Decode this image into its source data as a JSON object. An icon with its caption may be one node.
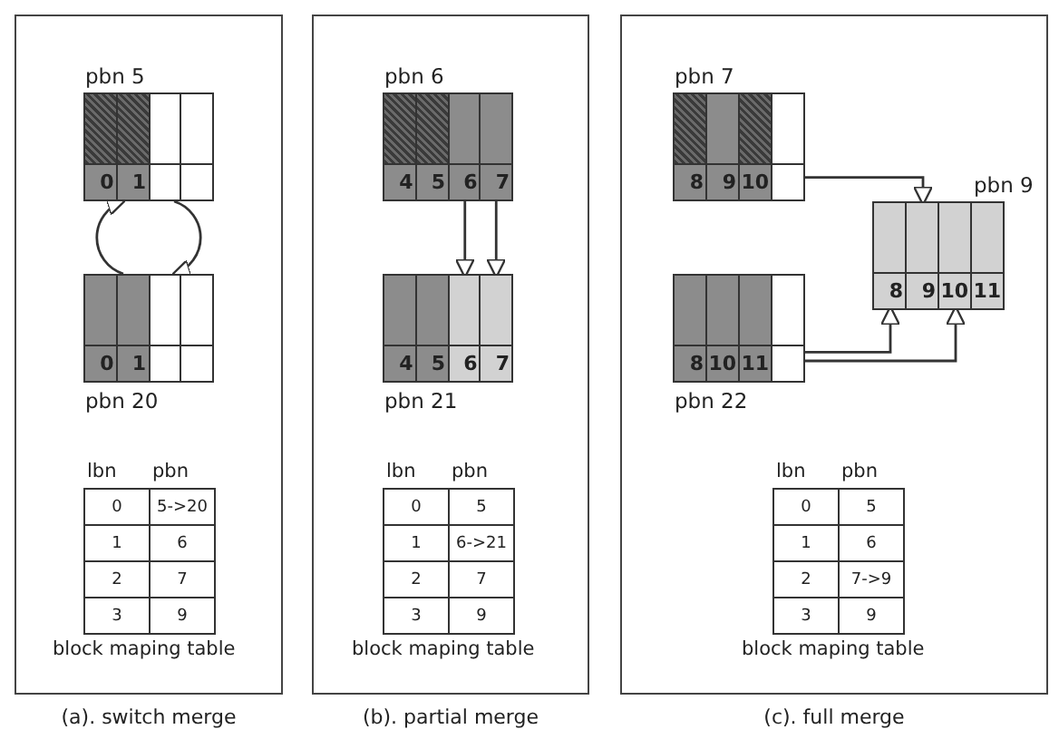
{
  "diagram": {
    "nodes": [
      {
        "text": [
          "(a). switch merge"
        ]
      },
      {
        "text": [
          "pbn 5"
        ],
        "in": 0
      },
      {
        "text": [
          "0"
        ],
        "in": 1
      },
      {
        "text": [
          "1"
        ],
        "in": 1
      },
      {
        "text": [],
        "shape": "box",
        "in": 1
      },
      {
        "text": [],
        "shape": "box",
        "in": 1
      },
      {
        "text": [
          "pbn 20"
        ],
        "in": 0
      },
      {
        "text": [
          "0"
        ],
        "in": 6
      },
      {
        "text": [
          "1"
        ],
        "in": 6
      },
      {
        "text": [],
        "shape": "box",
        "in": 6
      },
      {
        "text": [],
        "shape": "box",
        "in": 6
      },
      {
        "text": [
          "(b). partial merge"
        ]
      },
      {
        "text": [
          "pbn 6"
        ],
        "in": 11
      },
      {
        "text": [
          "4"
        ],
        "in": 12
      },
      {
        "text": [
          "5"
        ],
        "in": 12
      },
      {
        "text": [
          "6"
        ],
        "in": 12
      },
      {
        "text": [
          "7"
        ],
        "in": 12
      },
      {
        "text": [
          "pbn 21"
        ],
        "in": 11
      },
      {
        "text": [
          "4"
        ],
        "in": 17
      },
      {
        "text": [
          "5"
        ],
        "in": 17
      },
      {
        "text": [
          "6"
        ],
        "in": 17
      },
      {
        "text": [
          "7"
        ],
        "in": 17
      },
      {
        "text": [
          "(c). full merge"
        ]
      },
      {
        "text": [
          "pbn 7"
        ],
        "in": 22
      },
      {
        "text": [
          "8"
        ],
        "in": 23
      },
      {
        "text": [
          "9"
        ],
        "in": 23
      },
      {
        "text": [
          "10"
        ],
        "in": 23
      },
      {
        "text": [],
        "shape": "box",
        "in": 23
      },
      {
        "text": [
          "pbn 9"
        ],
        "in": 22
      },
      {
        "text": [
          "8"
        ],
        "in": 28
      },
      {
        "text": [
          "9"
        ],
        "in": 28
      },
      {
        "text": [
          "10"
        ],
        "in": 28
      },
      {
        "text": [
          "11"
        ],
        "in": 28
      },
      {
        "text": [
          "pbn 22"
        ],
        "in": 22
      },
      {
        "text": [
          "8"
        ],
        "in": 33
      },
      {
        "text": [
          "10"
        ],
        "in": 33
      },
      {
        "text": [
          "11"
        ],
        "in": 33
      },
      {
        "text": [],
        "shape": "box",
        "in": 33
      }
    ],
    "edges": [
      {
        "from": 1,
        "to": 6,
        "arrow": "to"
      },
      {
        "from": 6,
        "to": 1,
        "arrow": "to"
      },
      {
        "from": 15,
        "to": 20,
        "arrow": "to"
      },
      {
        "from": 16,
        "to": 21,
        "arrow": "to"
      },
      {
        "from": 23,
        "to": 30,
        "arrow": "to"
      },
      {
        "from": 33,
        "to": 29,
        "arrow": "to"
      },
      {
        "from": 33,
        "to": 31,
        "arrow": "to"
      }
    ],
    "labels": [
      "lbn",
      "pbn",
      "0",
      "5->20",
      "1",
      "6",
      "2",
      "7",
      "3",
      "9",
      "block maping table",
      "lbn",
      "pbn",
      "0",
      "5",
      "1",
      "6->21",
      "2",
      "7",
      "3",
      "9",
      "block maping table",
      "lbn",
      "pbn",
      "0",
      "5",
      "1",
      "6",
      "2",
      "7->9",
      "3",
      "9",
      "block maping table"
    ]
  }
}
